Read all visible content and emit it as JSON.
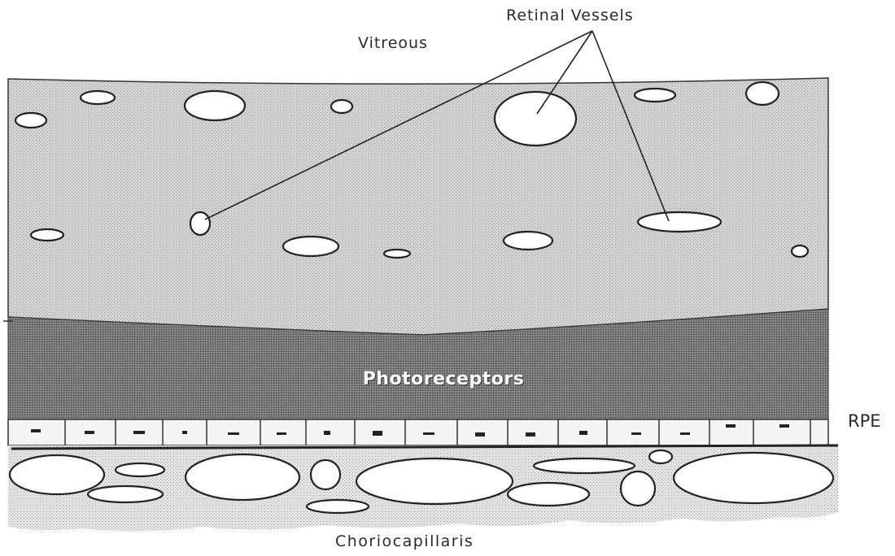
{
  "labels": {
    "retinal_vessels": "Retinal Vessels",
    "vitreous": "Vitreous",
    "photoreceptors": "Photoreceptors",
    "rpe": "RPE",
    "choriocapillaris": "Choriocapillaris"
  },
  "colors": {
    "retina_layer": "#c9c9c9",
    "photoreceptor_layer": "#6e6e6e",
    "choroid_layer": "#dcdcdc",
    "outline": "#222222",
    "vessel_fill": "#ffffff"
  }
}
